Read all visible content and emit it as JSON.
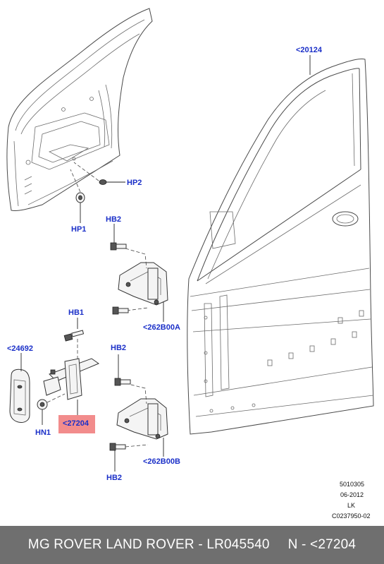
{
  "callouts": {
    "c20124": "<20124",
    "hp2": "HP2",
    "hp1": "HP1",
    "hb2_top": "HB2",
    "c262b00a": "<262B00A",
    "hb1": "HB1",
    "c24692": "<24692",
    "hb2_mid": "HB2",
    "c27204": "<27204",
    "hn1": "HN1",
    "c262b00b": "<262B00B",
    "hb2_bot": "HB2"
  },
  "meta": {
    "line1": "5010305",
    "line2": "06-2012",
    "line3": "LK",
    "line4": "C0237950-02"
  },
  "footer": {
    "brand_and_part": "MG ROVER LAND ROVER - LR045540",
    "reference": "N - <27204"
  },
  "colors": {
    "label": "#1a2fc8",
    "highlight": "#f28c8c",
    "footer_bg": "#6f6f6f"
  }
}
